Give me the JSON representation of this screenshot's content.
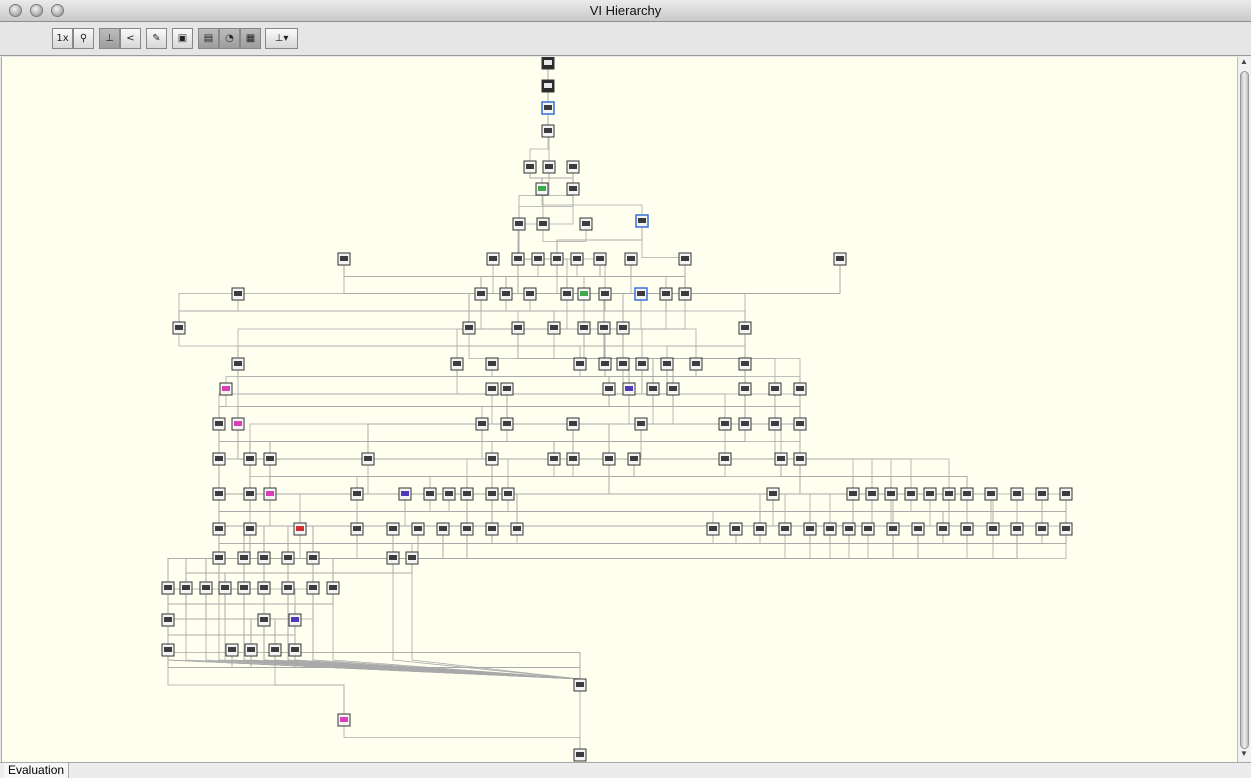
{
  "window": {
    "title": "VI Hierarchy"
  },
  "toolbar": {
    "buttons": [
      {
        "name": "zoom-1x-button",
        "icon": "zoom-1x-icon",
        "label": "1x"
      },
      {
        "name": "zoom-fit-button",
        "icon": "magnifier-fit-icon",
        "label": ""
      },
      {
        "name": "vertical-layout-button",
        "icon": "tree-vertical-icon",
        "label": ""
      },
      {
        "name": "horizontal-layout-button",
        "icon": "tree-horizontal-icon",
        "label": ""
      },
      {
        "name": "redraw-button",
        "icon": "pencil-icon",
        "label": ""
      },
      {
        "name": "show-all-vis-button",
        "icon": "hierarchy-icon",
        "label": ""
      },
      {
        "name": "include-vi-lib-button",
        "icon": "vi-lib-icon",
        "label": ""
      },
      {
        "name": "include-globals-button",
        "icon": "globe-icon",
        "label": ""
      },
      {
        "name": "include-typedefs-button",
        "icon": "typedef-icon",
        "label": ""
      },
      {
        "name": "layout-options-button",
        "icon": "layout-dropdown-icon",
        "label": ""
      }
    ]
  },
  "status": {
    "label": "Evaluation"
  },
  "colors": {
    "canvas": "#fffff0",
    "edge": "#a9a9a9",
    "node_border": "#333333",
    "node_fill_dark": "#2b2b2b",
    "accent_blue": "#3a6fd6",
    "accent_green": "#3fa84a",
    "accent_pink": "#d93fb8",
    "accent_purple": "#4b3bb8"
  }
}
